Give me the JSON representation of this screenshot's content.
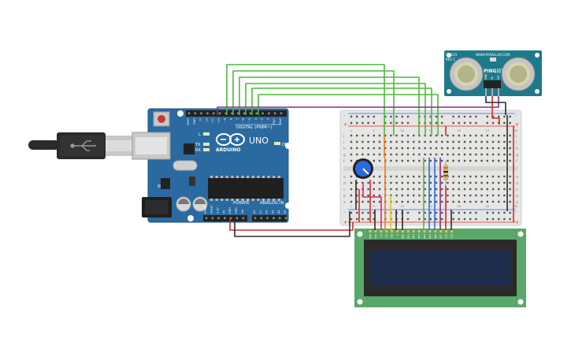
{
  "arduino": {
    "brand": "ARDUINO",
    "model": "UNO",
    "digital_label": "DIGITAL (PWM~)",
    "power_label": "POWER",
    "analog_label": "ANALOG IN",
    "on_label": "ON",
    "led_l": "L",
    "led_tx": "TX",
    "led_rx": "RX",
    "top_pin_labels": [
      "AREF",
      "GND",
      "13",
      "12",
      "~11",
      "~10",
      "~9",
      "8",
      "7",
      "~6",
      "~5",
      "4",
      "~3",
      "2",
      "TX▸1",
      "RX◂0"
    ],
    "power_pin_labels": [
      "IOREF",
      "RESET",
      "3.3V",
      "5V",
      "GND",
      "GND",
      "Vin"
    ],
    "analog_pin_labels": [
      "A0",
      "A1",
      "A2",
      "A3",
      "A4",
      "A5"
    ]
  },
  "sensor": {
    "part": "28015",
    "rev": "REV C",
    "brand": "WWW.PARALLAX.COM",
    "name": "PING)))",
    "pins": [
      "GND",
      "5V",
      "SIG"
    ]
  },
  "breadboard": {
    "row_letters_top": [
      "j",
      "i",
      "h",
      "g",
      "f"
    ],
    "row_letters_bottom": [
      "e",
      "d",
      "c",
      "b",
      "a"
    ],
    "rail_plus": "+",
    "rail_minus": "-",
    "col_numbers": [
      "1",
      "5",
      "10",
      "15",
      "20",
      "25",
      "30"
    ]
  },
  "lcd": {
    "pin_labels": [
      "GND",
      "VCC",
      "V0",
      "RS",
      "RW",
      "E",
      "DB0",
      "DB1",
      "DB2",
      "DB3",
      "DB4",
      "DB5",
      "DB6",
      "DB7",
      "LED",
      "LED"
    ]
  },
  "colors": {
    "board_blue": "#2a6aa0",
    "breadboard": "#e6e6e4",
    "lcd_pcb": "#5aa869",
    "lcd_screen": "#1e2c4c",
    "sensor_pcb": "#1e7a8a",
    "wire_green": "#4cba3c",
    "wire_purple": "#8a2a8a",
    "wire_red": "#d42a2a",
    "wire_black": "#2a2a2a",
    "wire_yellow": "#e8c21a",
    "wire_orange": "#e87a1a",
    "wire_blue": "#2a6ae0",
    "wire_magenta": "#d42a8a"
  }
}
